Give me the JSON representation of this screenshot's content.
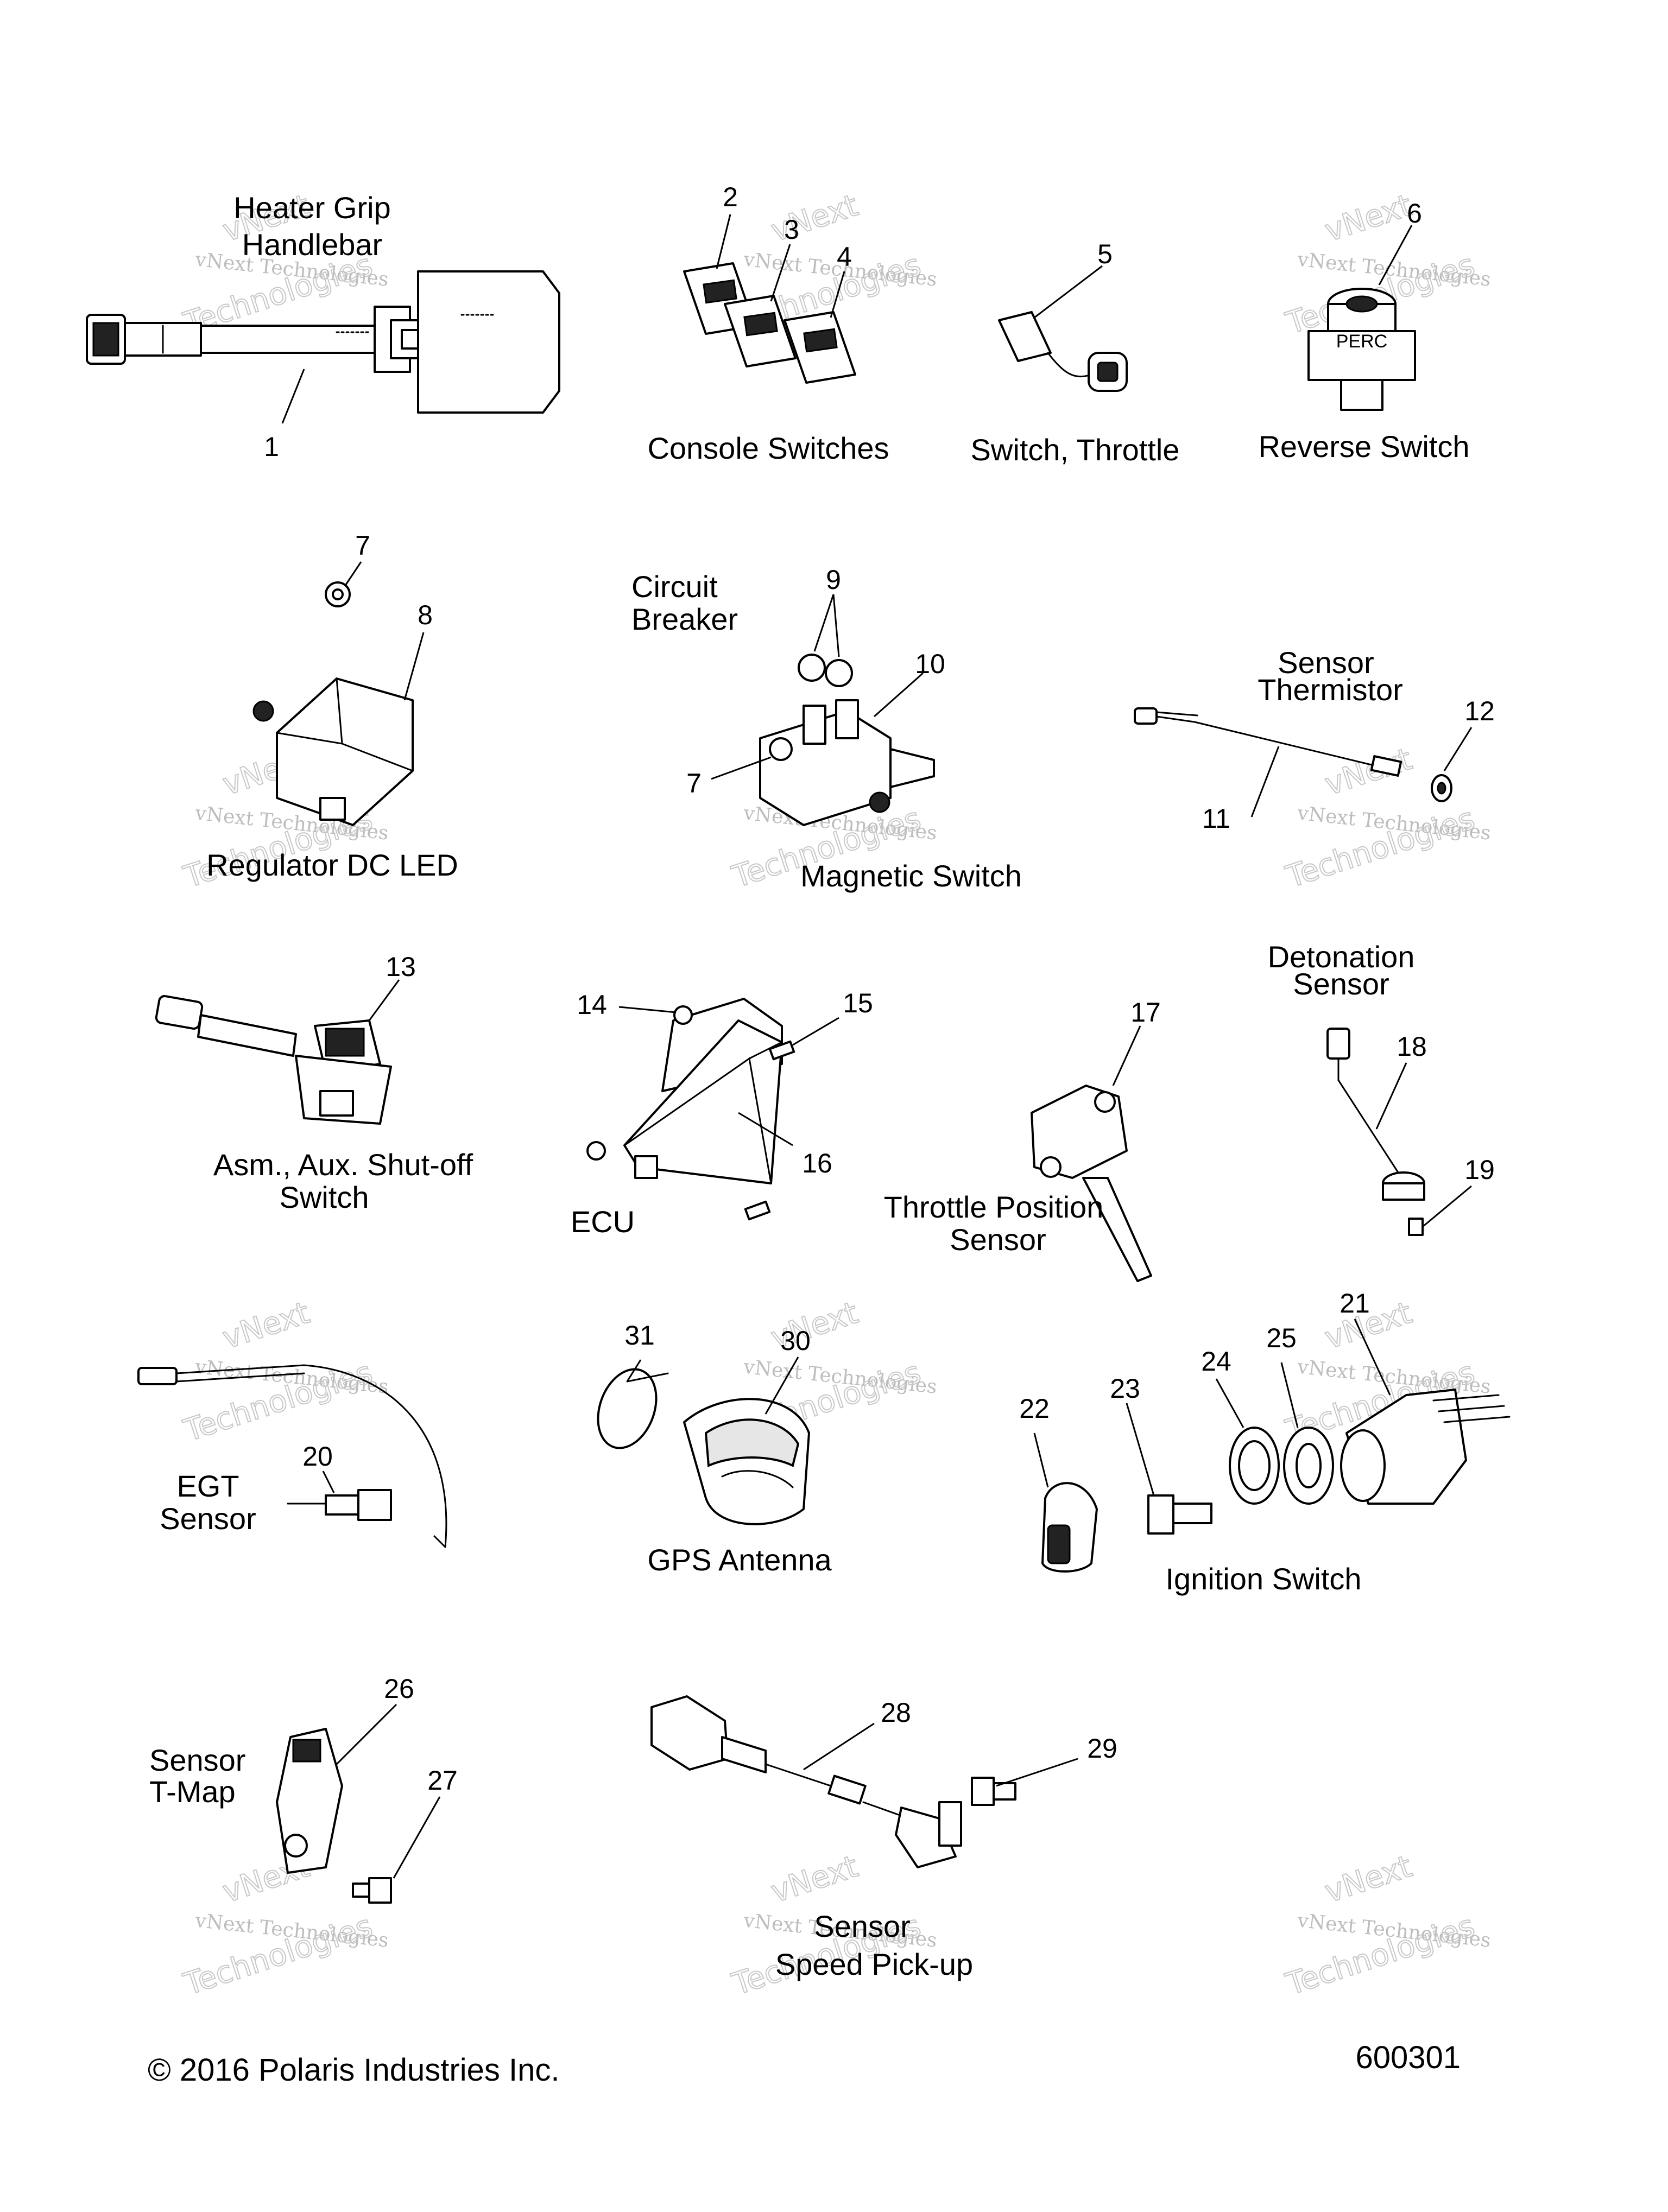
{
  "title_text": [
    "Heater Grip",
    "Handlebar"
  ],
  "group_labels": {
    "console_switches": "Console Switches",
    "switch_throttle": "Switch, Throttle",
    "reverse_switch": "Reverse Switch",
    "regulator": "Regulator DC LED",
    "circuit_breaker": [
      "Circuit",
      "Breaker"
    ],
    "magnetic_switch": "Magnetic Switch",
    "sensor_thermistor": [
      "Sensor",
      "Thermistor"
    ],
    "detonation_sensor": [
      "Detonation",
      "Sensor"
    ],
    "aux_shutoff": [
      "Asm., Aux. Shut-off",
      "Switch"
    ],
    "ecu": "ECU",
    "throttle_position": [
      "Throttle Position",
      "Sensor"
    ],
    "egt_sensor": [
      "EGT",
      "Sensor"
    ],
    "gps_antenna": "GPS Antenna",
    "ignition_switch": "Ignition Switch",
    "sensor_tmap": [
      "Sensor",
      "T-Map"
    ],
    "speed_pickup": [
      "Sensor",
      "Speed Pick-up"
    ]
  },
  "callouts": [
    "1",
    "2",
    "3",
    "4",
    "5",
    "6",
    "7",
    "8",
    "9",
    "10",
    "7",
    "11",
    "12",
    "13",
    "14",
    "15",
    "16",
    "17",
    "18",
    "19",
    "20",
    "21",
    "22",
    "23",
    "24",
    "25",
    "26",
    "27",
    "28",
    "29",
    "30",
    "31"
  ],
  "part_marks": {
    "reverse_switch_text": "PERC"
  },
  "watermark": {
    "line1": "vNext",
    "line2": "vNext Technologies",
    "line3": "Technologies"
  },
  "footer": {
    "copyright": "© 2016 Polaris Industries Inc.",
    "diagram_number": "600301"
  }
}
